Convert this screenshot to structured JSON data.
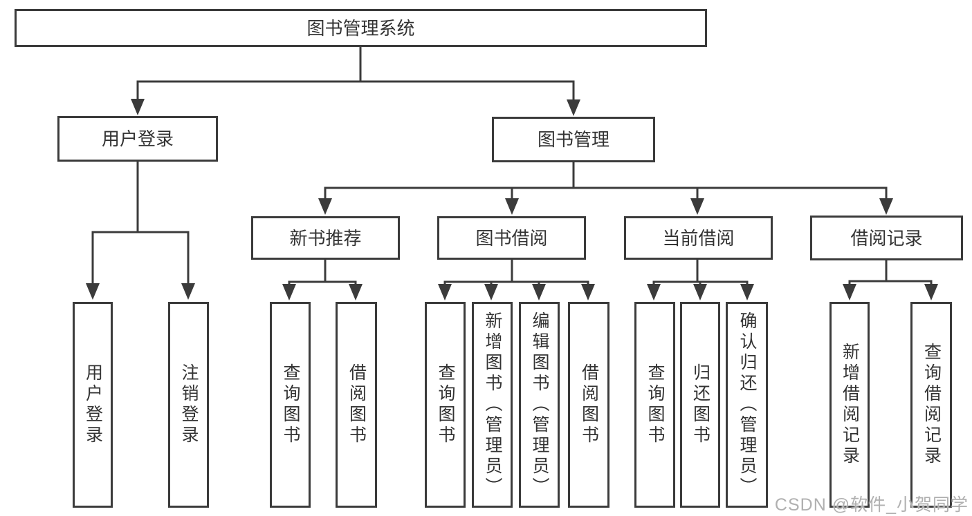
{
  "nodes": {
    "root": "图书管理系统",
    "l2": [
      "用户登录",
      "图书管理"
    ],
    "l3": [
      "新书推荐",
      "图书借阅",
      "当前借阅",
      "借阅记录"
    ],
    "leaves": {
      "userLogin": [
        "用户登录",
        "注销登录"
      ],
      "newBooks": [
        "查询图书",
        "借阅图书"
      ],
      "bookBorrow": [
        "查询图书",
        "新增图书（管理员）",
        "编辑图书（管理员）",
        "借阅图书"
      ],
      "currentBorrow": [
        "查询图书",
        "归还图书",
        "确认归还（管理员）"
      ],
      "borrowRecords": [
        "新增借阅记录",
        "查询借阅记录"
      ]
    }
  },
  "watermark": {
    "text": "CSDN @软件_小贺同学"
  },
  "colors": {
    "line": "#3b3b3b",
    "text": "#333333",
    "box_background": "#ffffff",
    "watermark": "#b0b0b0"
  }
}
